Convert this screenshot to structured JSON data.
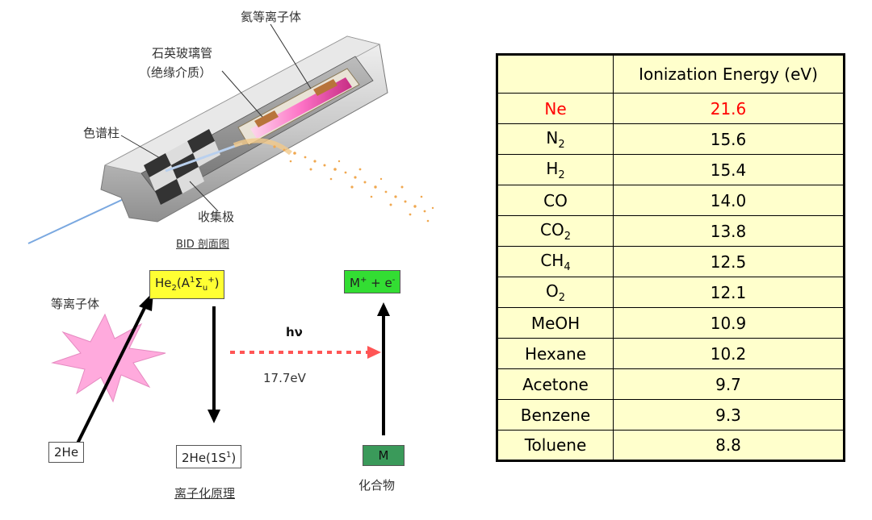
{
  "figure": {
    "labels": {
      "argon_plasma": "氦等离子体",
      "quartz_tube": "石英玻璃管",
      "dielectric": "（绝缘介质）",
      "column": "色谱柱",
      "collector": "收集极",
      "bid_section": "BID 剖面图"
    }
  },
  "principle": {
    "plasma_label": "等离子体",
    "he2_excited": {
      "base": "He",
      "sub1": "2",
      "paren_open": "(A",
      "sup1": "1",
      "sigma": "Σ",
      "sub2": "u",
      "sup2": "+",
      "paren_close": ")"
    },
    "he_ground_start": "2He",
    "he_ground_end": {
      "text": "2He(1S",
      "sup": "1",
      "close": ")"
    },
    "photon": "hν",
    "energy": "17.7eV",
    "ion": {
      "m": "M",
      "sup_plus": "+",
      "plus_e": " + e",
      "sup_minus": "-"
    },
    "compound_box": "M",
    "compound_label": "化合物",
    "caption": "离子化原理",
    "colors": {
      "excited_box": "#ffff33",
      "ion_box": "#33dd33",
      "compound_box": "#3a9a5a",
      "photon_arrow": "#ff5555",
      "star": "#ffaadd"
    }
  },
  "table": {
    "header": "Ionization Energy (eV)",
    "rows": [
      {
        "name": "Ne",
        "sub": "",
        "value": "21.6",
        "highlight": true
      },
      {
        "name": "N",
        "sub": "2",
        "value": "15.6",
        "highlight": false
      },
      {
        "name": "H",
        "sub": "2",
        "value": "15.4",
        "highlight": false
      },
      {
        "name": "CO",
        "sub": "",
        "value": "14.0",
        "highlight": false
      },
      {
        "name": "CO",
        "sub": "2",
        "value": "13.8",
        "highlight": false
      },
      {
        "name": "CH",
        "sub": "4",
        "value": "12.5",
        "highlight": false
      },
      {
        "name": "O",
        "sub": "2",
        "value": "12.1",
        "highlight": false
      },
      {
        "name": "MeOH",
        "sub": "",
        "value": "10.9",
        "highlight": false
      },
      {
        "name": "Hexane",
        "sub": "",
        "value": "10.2",
        "highlight": false
      },
      {
        "name": "Acetone",
        "sub": "",
        "value": "9.7",
        "highlight": false
      },
      {
        "name": "Benzene",
        "sub": "",
        "value": "9.3",
        "highlight": false
      },
      {
        "name": "Toluene",
        "sub": "",
        "value": "8.8",
        "highlight": false
      }
    ],
    "colors": {
      "background": "#ffffcc",
      "highlight": "#ff0000"
    }
  }
}
